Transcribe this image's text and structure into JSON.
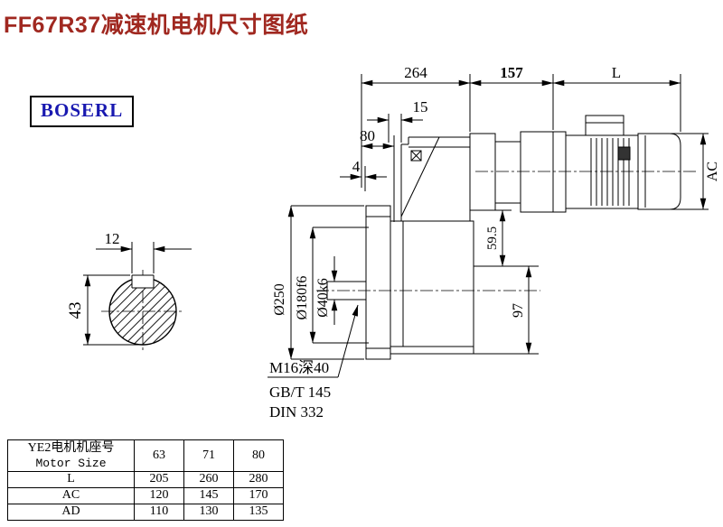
{
  "title": "FF67R37减速机电机尺寸图纸",
  "logo": "BOSERL",
  "colors": {
    "title_red": "#a02820",
    "logo_blue": "#1818b0",
    "line_black": "#000000"
  },
  "drawing": {
    "top_dims": {
      "overall": "264",
      "adapter": "157",
      "motor_length": "L"
    },
    "face_dims": {
      "step": "15",
      "flange_depth": "80",
      "land": "4"
    },
    "shaft_end": {
      "key_width": "12",
      "key_height": "43"
    },
    "diameters": {
      "flange_od": "Ø250",
      "spigot": "Ø180f6",
      "shaft": "Ø40k6"
    },
    "offsets": {
      "axis_offset": "59.5",
      "base_offset": "97",
      "motor_height": "AC"
    },
    "notes": {
      "tapped_hole": "M16深40",
      "standard_1": "GB/T 145",
      "standard_2": "DIN 332"
    }
  },
  "table": {
    "header": {
      "row_title_cn": "YE2电机机座号",
      "row_title_en": "Motor Size",
      "cols": [
        "63",
        "71",
        "80"
      ]
    },
    "rows": [
      {
        "label": "L",
        "values": [
          "205",
          "260",
          "280"
        ]
      },
      {
        "label": "AC",
        "values": [
          "120",
          "145",
          "170"
        ]
      },
      {
        "label": "AD",
        "values": [
          "110",
          "130",
          "135"
        ]
      }
    ]
  }
}
